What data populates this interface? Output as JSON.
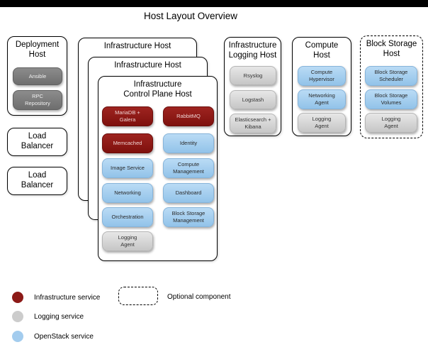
{
  "title": "Host Layout Overview",
  "colors": {
    "infrastructure_service": "#8C1A17",
    "logging_service": "#CCCCCC",
    "openstack_service": "#A3CCEE",
    "deployment_service": "#7D7D7D",
    "host_border": "#000000",
    "background": "#FFFFFF"
  },
  "hosts": {
    "deployment": {
      "title": "Deployment\nHost",
      "services": {
        "ansible": "Ansible",
        "rpc_repository": "RPC\nRepository"
      }
    },
    "load_balancer_1": {
      "title": "Load\nBalancer"
    },
    "load_balancer_2": {
      "title": "Load\nBalancer"
    },
    "infrastructure_back": {
      "title": "Infrastructure Host"
    },
    "infrastructure_middle": {
      "title": "Infrastructure Host"
    },
    "control_plane": {
      "title": "Infrastructure\nControl Plane Host",
      "services": {
        "mariadb": "MariaDB +\nGalera",
        "rabbitmq": "RabbitMQ",
        "memcached": "Memcached",
        "identity": "Identity",
        "image_service": "Image Service",
        "compute_management": "Compute\nManagement",
        "networking": "Networking",
        "dashboard": "Dashboard",
        "orchestration": "Orchestration",
        "block_storage_management": "Block Storage\nManagement",
        "logging_agent": "Logging\nAgent"
      }
    },
    "logging": {
      "title": "Infrastructure\nLogging Host",
      "services": {
        "rsyslog": "Rsyslog",
        "logstash": "Logstash",
        "elasticsearch": "Elasticsearch +\nKibana"
      }
    },
    "compute": {
      "title": "Compute\nHost",
      "services": {
        "hypervisor": "Compute\nHypervisor",
        "networking_agent": "Networking\nAgent",
        "logging_agent": "Logging\nAgent"
      }
    },
    "block_storage": {
      "title": "Block Storage\nHost",
      "services": {
        "scheduler": "Block Storage\nScheduler",
        "volumes": "Block Storage\nVolumes",
        "logging_agent": "Logging\nAgent"
      }
    }
  },
  "legend": {
    "infrastructure": "Infrastructure service",
    "logging": "Logging service",
    "openstack": "OpenStack service",
    "optional": "Optional component"
  }
}
